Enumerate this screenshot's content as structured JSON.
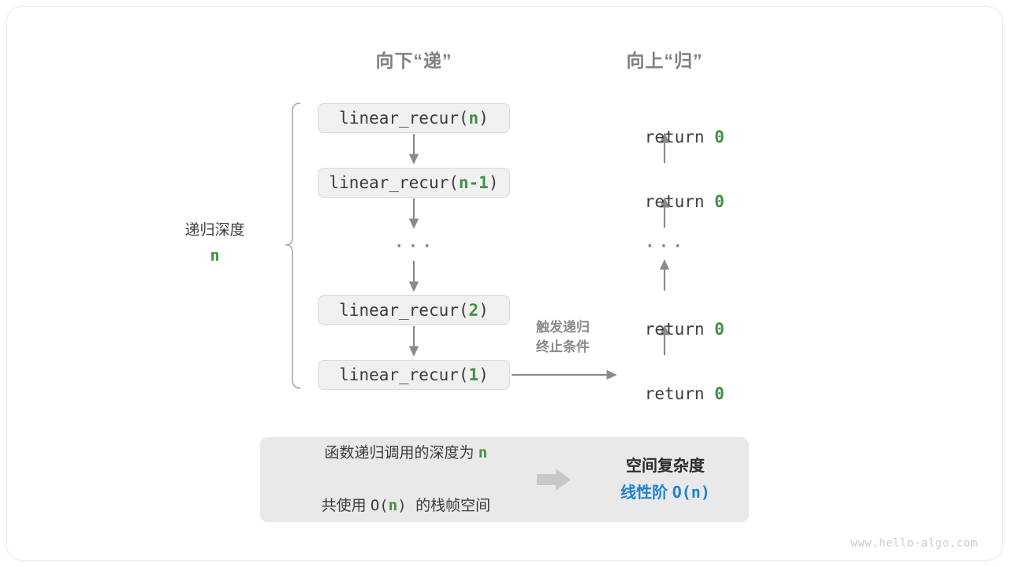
{
  "diagram": {
    "headers": {
      "down": "向下“递”",
      "up": "向上“归”"
    },
    "depth": {
      "label": "递归深度",
      "value": "n"
    },
    "trigger_note": {
      "line1": "触发递归",
      "line2": "终止条件"
    },
    "call_stack": [
      {
        "prefix": "linear_recur(",
        "arg": "n",
        "suffix": ")"
      },
      {
        "prefix": "linear_recur(",
        "arg": "n-1",
        "suffix": ")"
      },
      {
        "ellipsis": "···"
      },
      {
        "prefix": "linear_recur(",
        "arg": "2",
        "suffix": ")"
      },
      {
        "prefix": "linear_recur(",
        "arg": "1",
        "suffix": ")"
      }
    ],
    "returns": [
      {
        "keyword": "return ",
        "value": "0"
      },
      {
        "keyword": "return ",
        "value": "0"
      },
      {
        "ellipsis": "···"
      },
      {
        "keyword": "return ",
        "value": "0"
      },
      {
        "keyword": "return ",
        "value": "0"
      }
    ],
    "summary": {
      "left_line1_a": "函数递归调用的深度为 ",
      "left_line1_b": "n",
      "left_line2_a": "共使用 ",
      "left_line2_b": "O(",
      "left_line2_c": "n",
      "left_line2_d": ") ",
      "left_line2_e": "的栈帧空间",
      "arrow_icon": "right-arrow-icon",
      "right_title": "空间复杂度",
      "right_value_text": "线性阶 ",
      "right_value_mono": "O(n)"
    },
    "watermark": "www.hello-algo.com",
    "colors": {
      "accent_green": "#3f9142",
      "accent_blue": "#1f81d6",
      "box_fill": "#f0f0f0",
      "box_border": "#d8d8d8",
      "panel_fill": "#e9e9e9",
      "line_gray": "#8a8a8a",
      "header_gray": "#808080"
    }
  }
}
